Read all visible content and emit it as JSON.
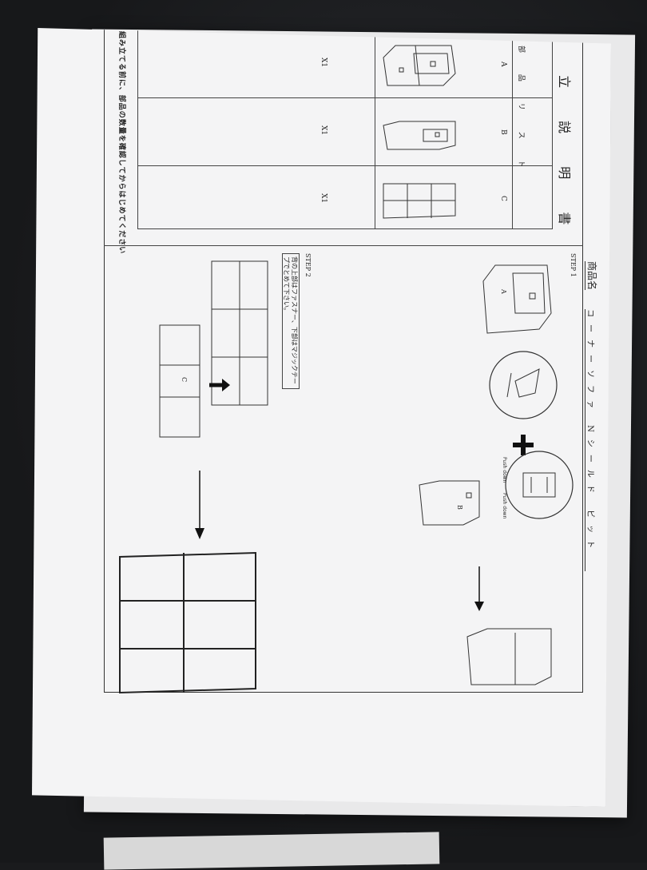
{
  "title": "組 立 説 明 書",
  "parts_list_label": "部 品 リ ス ト",
  "parts": [
    {
      "label": "A",
      "qty": "X1"
    },
    {
      "label": "B",
      "qty": "X1"
    },
    {
      "label": "C",
      "qty": "X1"
    }
  ],
  "footer_note": "組み立てる前に、部品の数量を確認してからはじめてください",
  "product_label": "商品名",
  "product_name": "コーナーソファ Nシールド ビット",
  "step1": "STEP 1",
  "step2": "STEP 2",
  "step2_note": "背の上部はファスナー、下部はマジックテープでとめて下さい。",
  "push_down_1": "Push down",
  "push_down_2": "Push down",
  "piece_a": "A",
  "piece_b": "B",
  "piece_c": "C"
}
